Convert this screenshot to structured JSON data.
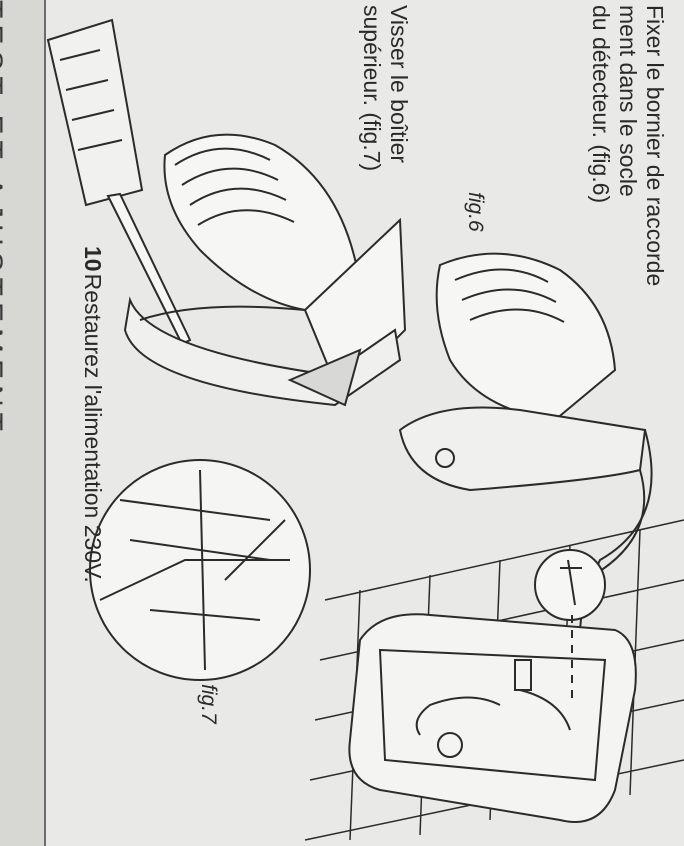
{
  "section_title": "TEST ET AJUSTEMENT",
  "instructions": {
    "fig6_caption_lines": [
      "Fixer le bornier de raccorde",
      "ment dans le socle",
      "du détecteur. (fig.6)"
    ],
    "fig7_caption_lines": [
      "Visser le boîtier",
      "supérieur. (fig.7)"
    ]
  },
  "figures": {
    "fig6_label": "fig.6",
    "fig7_label": "fig.7"
  },
  "steps": [
    {
      "number": "10",
      "text": "Restaurez l'alimentation 230V."
    }
  ]
}
